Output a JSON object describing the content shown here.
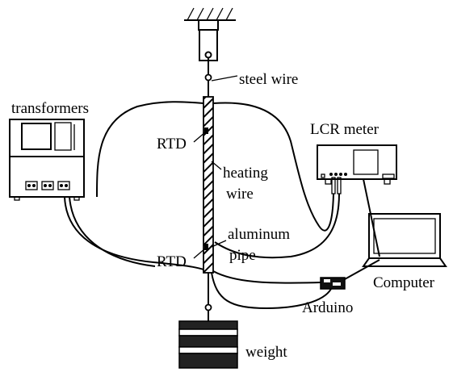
{
  "labels": {
    "steel_wire": "steel wire",
    "transformers": "transformers",
    "lcr_meter": "LCR meter",
    "rtd_top": "RTD",
    "heating": "heating",
    "wire": "wire",
    "aluminum": "aluminum",
    "pipe": "pipe",
    "rtd_bottom": "RTD",
    "computer": "Computer",
    "arduino": "Arduino",
    "weight": "weight"
  }
}
